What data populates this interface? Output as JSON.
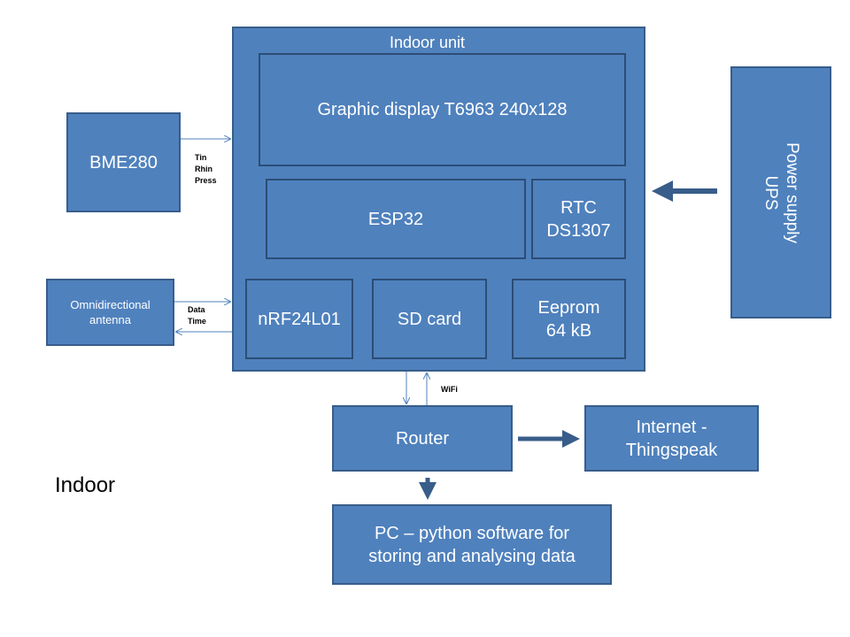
{
  "indoor_unit": {
    "title": "Indoor unit",
    "display": "Graphic display T6963  240x128",
    "esp32": "ESP32",
    "rtc_line1": "RTC",
    "rtc_line2": "DS1307",
    "nrf": "nRF24L01",
    "sdcard": "SD card",
    "eeprom_line1": "Eeprom",
    "eeprom_line2": "64 kB"
  },
  "bme280": "BME280",
  "bme_signals": [
    "Tin",
    "Rhin",
    "Press"
  ],
  "antenna": {
    "line1": "Omnidirectional",
    "line2": "antenna"
  },
  "antenna_signals": [
    "Data",
    "Time"
  ],
  "power": {
    "line1": "Power supply",
    "line2": "UPS"
  },
  "wifi_label": "WiFi",
  "router": "Router",
  "internet": {
    "line1": "Internet -",
    "line2": "Thingspeak"
  },
  "pc": {
    "line1": "PC – python  software for",
    "line2": "storing and analysing data"
  },
  "page_label": "Indoor"
}
